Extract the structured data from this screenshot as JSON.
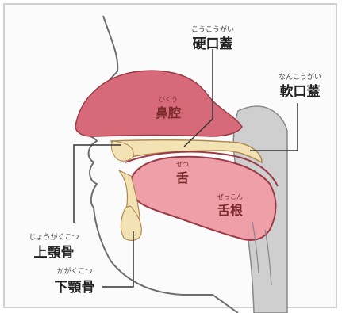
{
  "labels": {
    "hard_palate": {
      "ruby": "こうこうがい",
      "text": "硬口蓋"
    },
    "soft_palate": {
      "ruby": "なんこうがい",
      "text": "軟口蓋"
    },
    "nasal_cavity": {
      "ruby": "びくう",
      "text": "鼻腔"
    },
    "tongue": {
      "ruby": "ぜつ",
      "text": "舌"
    },
    "tongue_root": {
      "ruby": "ぜっこん",
      "text": "舌根"
    },
    "maxilla": {
      "ruby": "じょうがくこつ",
      "text": "上顎骨"
    },
    "mandible": {
      "ruby": "かがくこつ",
      "text": "下顎骨"
    }
  },
  "colors": {
    "nasal_cavity": "#d66a78",
    "tongue": "#ef9fa8",
    "palate": "#f3e2b3",
    "pharynx": "#c9c9c9",
    "skin_line": "#666666",
    "cavity_line": "#9b3a46"
  }
}
